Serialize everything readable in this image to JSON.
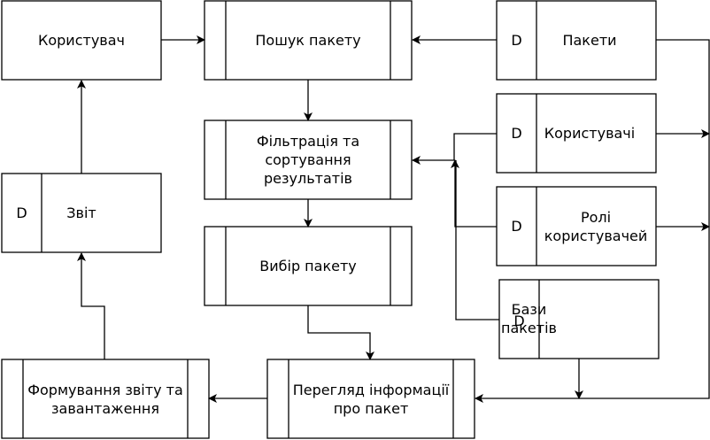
{
  "diagram": {
    "processes": {
      "search": "Пошук пакету",
      "filter": "Фільтрація та\nсортування\nрезультатів",
      "select": "Вибір пакету",
      "view": "Перегляд інформації\nпро пакет",
      "report_gen": "Формування звіту та\nзавантаження"
    },
    "entities": {
      "user": "Користувач"
    },
    "stores": {
      "packages": {
        "id": "D",
        "label": "Пакети"
      },
      "users": {
        "id": "D",
        "label": "Користувачі"
      },
      "roles": {
        "id": "D",
        "label": "Ролі\nкористувачей"
      },
      "bases": {
        "id": "D",
        "label": "Бази\nпакетів"
      },
      "report": {
        "id": "D",
        "label": "Звіт"
      }
    }
  }
}
